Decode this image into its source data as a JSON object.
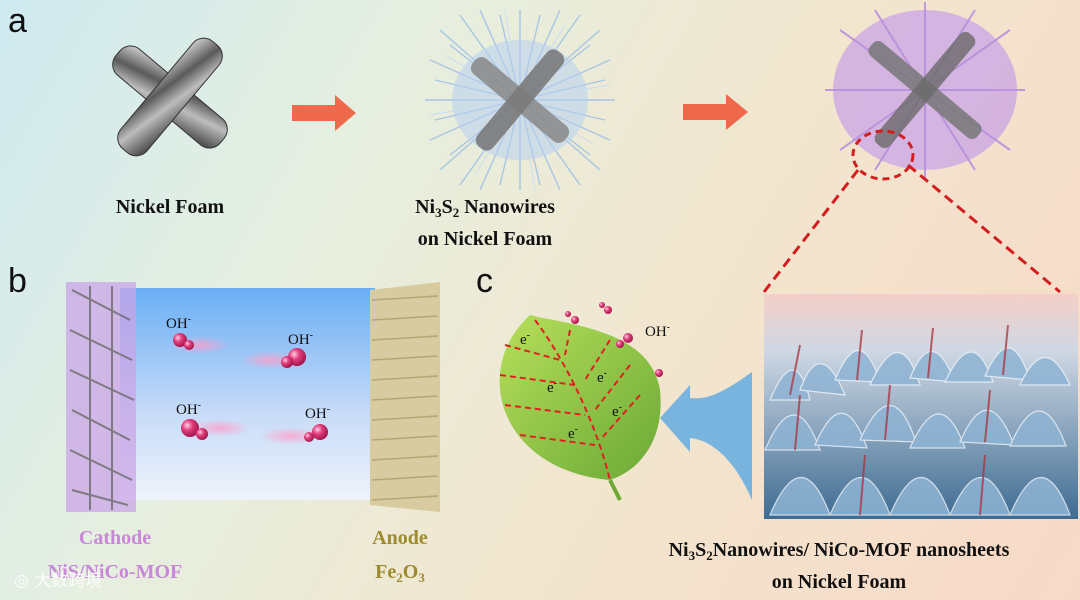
{
  "panels": {
    "a": "a",
    "b": "b",
    "c": "c"
  },
  "captions": {
    "nickel_foam": "Nickel Foam",
    "ni3s2_nanowires": {
      "pre": "Ni",
      "sub1": "3",
      "mid": "S",
      "sub2": "2",
      "post": " Nanowires",
      "line2": "on Nickel Foam"
    },
    "nanosheets": {
      "pre": "Ni",
      "sub1": "3",
      "mid": "S",
      "sub2": "2",
      "post": "Nanowires/ NiCo-MOF nanosheets",
      "line2": "on Nickel Foam"
    }
  },
  "electrodes": {
    "cathode_label": "Cathode",
    "cathode_material": "NiS/NiCo-MOF",
    "anode_label": "Anode",
    "anode_material": {
      "pre": "Fe",
      "sub1": "2",
      "mid": "O",
      "sub2": "3"
    }
  },
  "ions": {
    "oh": "OH",
    "charge": "-",
    "electron": "e",
    "electron_charge": "-"
  },
  "watermark": "大数跨境",
  "colors": {
    "arrow_red": "#f05a3c",
    "dash_red": "#d21e1e",
    "purple": "#c887d8",
    "olive": "#9d8b2e",
    "leaf_green": "#8cc63f",
    "blue_arrow": "#6aaee0"
  }
}
